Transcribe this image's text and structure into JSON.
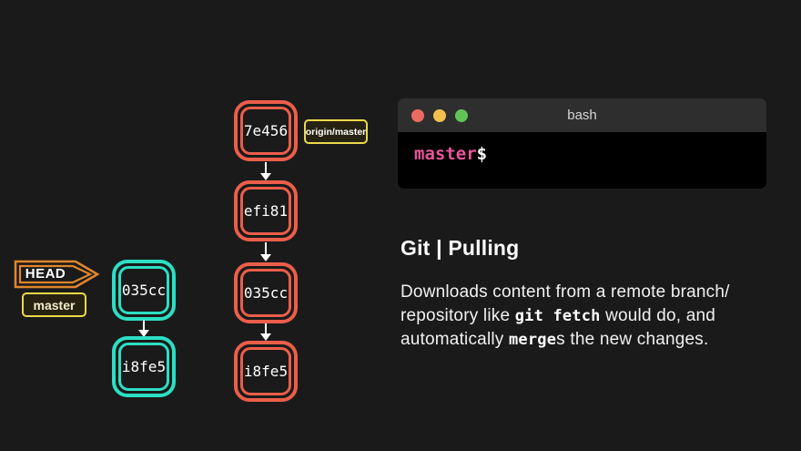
{
  "slide": {
    "background": "#1A1A1A"
  },
  "local_repo": {
    "head_label": "HEAD",
    "branch_label": "master",
    "commits": [
      "035cc",
      "i8fe5"
    ],
    "node_color": "#2CDFC3",
    "head_banner_color": "#E0852C",
    "branch_tag_color": "#EBD94B"
  },
  "remote_repo": {
    "branch_label": "origin/master",
    "commits": [
      "7e456",
      "efi81",
      "035cc",
      "i8fe5"
    ],
    "node_color": "#EB5E49",
    "branch_tag_color": "#EBD94B"
  },
  "terminal": {
    "title": "bash",
    "prompt_branch": "master",
    "prompt_symbol": "$",
    "prompt_branch_color": "#E8559B",
    "titlebar_color": "#2E2E2E",
    "body_color": "#000000",
    "traffic_light_colors": [
      "#EC6B60",
      "#F3BF4F",
      "#61C456"
    ]
  },
  "info": {
    "title": "Git | Pulling",
    "desc": {
      "l1a": "Downloads content from a remote branch/",
      "l2a": "repository like ",
      "l2code": "git fetch",
      "l2b": " would do, and",
      "l3a": "automatically ",
      "l3code": "merge",
      "l3b": "s the new changes."
    }
  }
}
